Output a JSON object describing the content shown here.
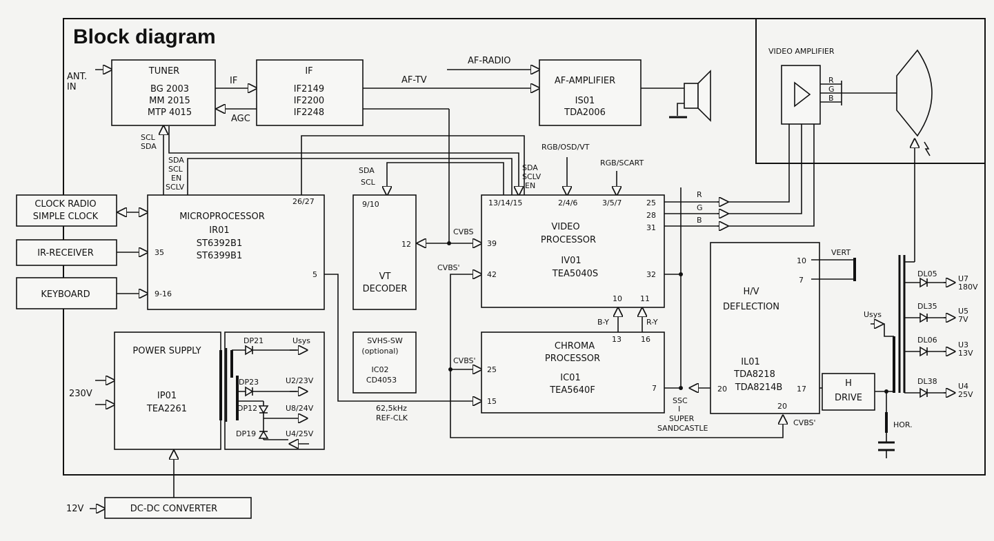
{
  "title": "Block diagram",
  "inputs": {
    "ant_in": [
      "ANT.",
      "IN"
    ],
    "mains": "230V",
    "dc12": "12V"
  },
  "blocks": {
    "tuner": [
      "TUNER",
      "BG 2003",
      "MM 2015",
      "MTP 4015"
    ],
    "if": [
      "IF",
      "IF2149",
      "IF2200",
      "IF2248"
    ],
    "af_amp": [
      "AF-AMPLIFIER",
      "IS01",
      "TDA2006"
    ],
    "video_amp": "VIDEO AMPLIFIER",
    "clock": [
      "CLOCK RADIO",
      "SIMPLE CLOCK"
    ],
    "ir": "IR-RECEIVER",
    "keyboard": "KEYBOARD",
    "micro": [
      "MICROPROCESSOR",
      "IR01",
      "ST6392B1",
      "ST6399B1"
    ],
    "vt": [
      "VT",
      "DECODER"
    ],
    "video_proc": [
      "VIDEO",
      "PROCESSOR",
      "IV01",
      "TEA5040S"
    ],
    "hv": [
      "H/V",
      "DEFLECTION",
      "IL01",
      "TDA8218",
      "TDA8214B"
    ],
    "svhs": [
      "SVHS-SW",
      "(optional)",
      "IC02",
      "CD4053"
    ],
    "chroma": [
      "CHROMA",
      "PROCESSOR",
      "IC01",
      "TEA5640F"
    ],
    "power": [
      "POWER SUPPLY",
      "IP01",
      "TEA2261"
    ],
    "hdrive": [
      "H",
      "DRIVE"
    ],
    "dcdc": "DC-DC CONVERTER"
  },
  "signals": {
    "if": "IF",
    "agc": "AGC",
    "af_tv": "AF-TV",
    "af_radio": "AF-RADIO",
    "scl_sda": [
      "SCL",
      "SDA"
    ],
    "micro_bus": [
      "SDA",
      "SCL",
      "EN",
      "SCLV"
    ],
    "vt_bus": [
      "SDA",
      "SCL"
    ],
    "vp_bus": [
      "SDA",
      "SCLV",
      "EN"
    ],
    "rgb_osd": "RGB/OSD/VT",
    "rgb_scart": "RGB/SCART",
    "cvbs": "CVBS",
    "cvbs_p": "CVBS'",
    "rgb": [
      "R",
      "G",
      "B"
    ],
    "by": "B-Y",
    "ry": "R-Y",
    "ref_clk": [
      "62,5kHz",
      "REF-CLK"
    ],
    "ssc": [
      "SSC",
      "I",
      "SUPER",
      "SANDCASTLE"
    ],
    "vert": "VERT",
    "hor": "HOR.",
    "usys": "Usys"
  },
  "pins": {
    "micro_tr": "26/27",
    "micro_35": "35",
    "micro_9": "9-16",
    "micro_5": "5",
    "vt_top": "9/10",
    "vt_12": "12",
    "vp_top": [
      "13/14/15",
      "2/4/6",
      "3/5/7"
    ],
    "vp_39": "39",
    "vp_42": "42",
    "vp_right": [
      "25",
      "28",
      "31",
      "32"
    ],
    "vp_bot": [
      "10",
      "11"
    ],
    "chroma_top": [
      "13",
      "16"
    ],
    "chroma_25": "25",
    "chroma_15": "15",
    "chroma_7": "7",
    "hv_10": "10",
    "hv_7": "7",
    "hv_20l": "20",
    "hv_17": "17",
    "hv_20b": "20"
  },
  "psu_outputs": [
    {
      "diode": "DP21",
      "label": "Usys"
    },
    {
      "diode": "DP23",
      "label": "U2/23V"
    },
    {
      "diode": "DP12",
      "label": "U8/24V"
    },
    {
      "diode": "DP19",
      "label": "U4/25V"
    }
  ],
  "lopt_outputs": [
    {
      "diode": "DL05",
      "label": [
        "U7",
        "180V"
      ]
    },
    {
      "diode": "DL35",
      "label": [
        "U5",
        "7V"
      ]
    },
    {
      "diode": "DL06",
      "label": [
        "U3",
        "13V"
      ]
    },
    {
      "diode": "DL38",
      "label": [
        "U4",
        "25V"
      ]
    }
  ]
}
